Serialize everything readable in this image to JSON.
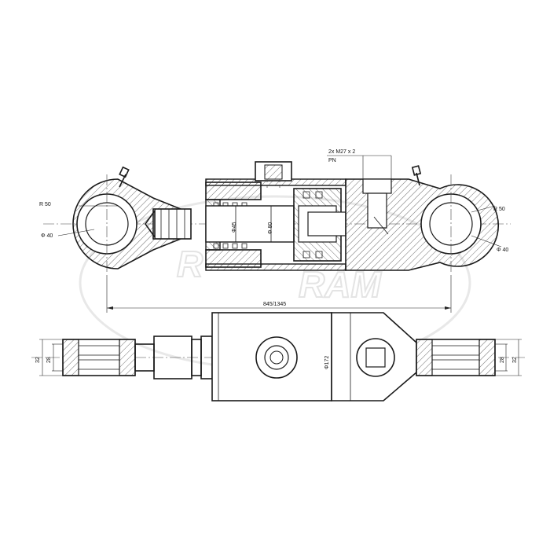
{
  "watermark": {
    "brand_left": "R",
    "brand_right": "RAM"
  },
  "labels": {
    "port_thread": "2x M27 x 2",
    "port_code": "PN",
    "eye_radius_left": "R 50",
    "eye_radius_right": "R 50",
    "pin_dia_left": "Φ 40",
    "pin_dia_right": "Φ 40",
    "rod_dia": "Φ45",
    "piston_dia": "Φ 80",
    "stroke_length": "845/1345",
    "barrel_od": "Φ172",
    "eye_width_outer_left": "32",
    "eye_width_inner_left": "28",
    "eye_width_inner_right": "28",
    "eye_width_outer_right": "32"
  },
  "colors": {
    "line": "#1a1a1a",
    "watermark": "#e4e4e4"
  }
}
